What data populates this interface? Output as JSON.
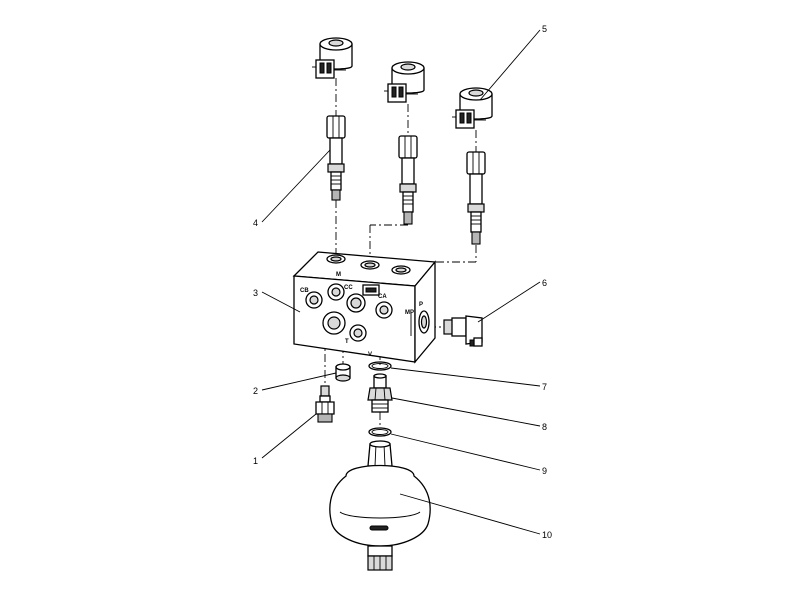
{
  "callouts": {
    "n1": "1",
    "n2": "2",
    "n3": "3",
    "n4": "4",
    "n5": "5",
    "n6": "6",
    "n7": "7",
    "n8": "8",
    "n9": "9",
    "n10": "10"
  },
  "port_labels": {
    "cb": "CB",
    "cc": "CC",
    "ca": "CA",
    "t": "T",
    "p": "P",
    "mp": "MP",
    "m": "M",
    "v": "V"
  }
}
